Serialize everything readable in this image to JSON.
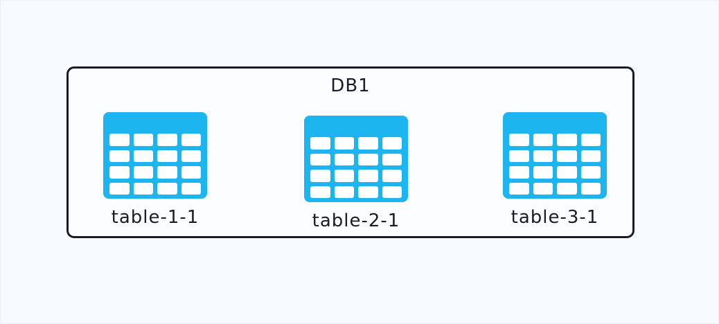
{
  "diagram": {
    "title": "DB1",
    "tables": [
      {
        "label": "table-1-1"
      },
      {
        "label": "table-2-1"
      },
      {
        "label": "table-3-1"
      }
    ]
  },
  "colors": {
    "table_blue": "#1cb5f0",
    "box_border": "#1a1a28",
    "text": "#1b1b2b",
    "background": "#f7fafc",
    "box_background": "#fcfdff",
    "table_cell": "#ffffff"
  },
  "icon_grid": {
    "rows": 4,
    "columns": 4
  }
}
